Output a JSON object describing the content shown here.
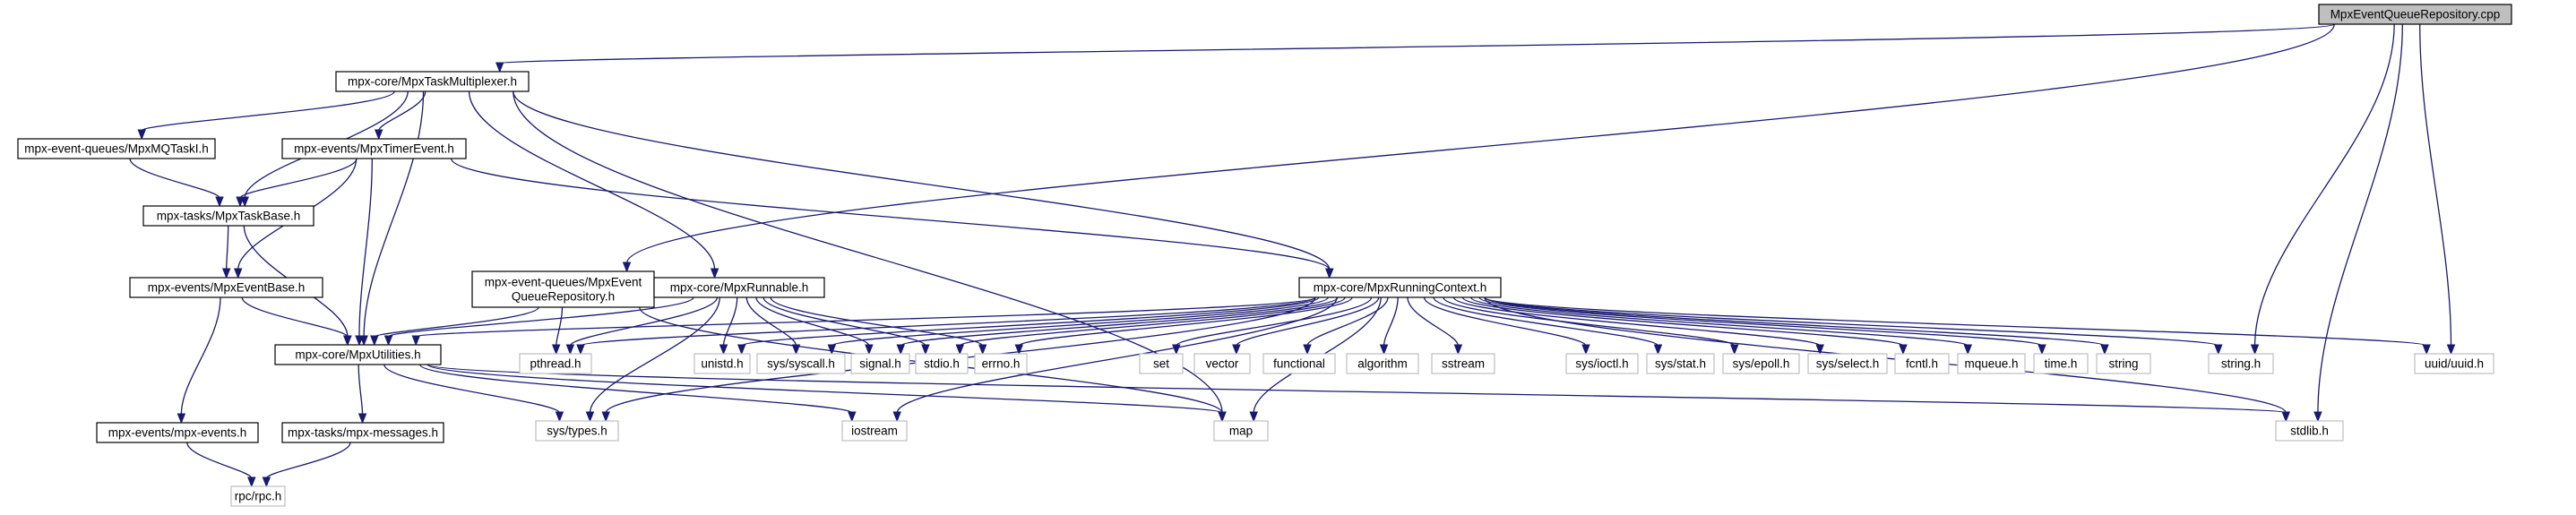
{
  "diagram": {
    "colors": {
      "edge": "#191970",
      "root_fill": "#bfbfbf",
      "root_stroke": "#000000",
      "local_fill": "#ffffff",
      "local_stroke": "#000000",
      "system_fill": "#ffffff",
      "system_stroke": "#bfbfbf",
      "system_text": "#000000"
    },
    "nodes": [
      {
        "id": "root",
        "kind": "root",
        "lines": [
          "MpxEventQueueRepository.cpp"
        ]
      },
      {
        "id": "taskmux",
        "kind": "local",
        "lines": [
          "mpx-core/MpxTaskMultiplexer.h"
        ]
      },
      {
        "id": "mqtaski",
        "kind": "local",
        "lines": [
          "mpx-event-queues/MpxMQTaskI.h"
        ]
      },
      {
        "id": "timerevent",
        "kind": "local",
        "lines": [
          "mpx-events/MpxTimerEvent.h"
        ]
      },
      {
        "id": "taskbase",
        "kind": "local",
        "lines": [
          "mpx-tasks/MpxTaskBase.h"
        ]
      },
      {
        "id": "eventbase",
        "kind": "local",
        "lines": [
          "mpx-events/MpxEventBase.h"
        ]
      },
      {
        "id": "queuerepo",
        "kind": "local",
        "lines": [
          "mpx-event-queues/MpxEvent",
          "QueueRepository.h"
        ]
      },
      {
        "id": "runnable",
        "kind": "local",
        "lines": [
          "mpx-core/MpxRunnable.h"
        ]
      },
      {
        "id": "runctx",
        "kind": "local",
        "lines": [
          "mpx-core/MpxRunningContext.h"
        ]
      },
      {
        "id": "utilities",
        "kind": "local",
        "lines": [
          "mpx-core/MpxUtilities.h"
        ]
      },
      {
        "id": "mpxevents",
        "kind": "local",
        "lines": [
          "mpx-events/mpx-events.h"
        ]
      },
      {
        "id": "mpxmessages",
        "kind": "local",
        "lines": [
          "mpx-tasks/mpx-messages.h"
        ]
      },
      {
        "id": "rpc",
        "kind": "system",
        "lines": [
          "rpc/rpc.h"
        ]
      },
      {
        "id": "pthread",
        "kind": "system",
        "lines": [
          "pthread.h"
        ]
      },
      {
        "id": "unistd",
        "kind": "system",
        "lines": [
          "unistd.h"
        ]
      },
      {
        "id": "syscall",
        "kind": "system",
        "lines": [
          "sys/syscall.h"
        ]
      },
      {
        "id": "signal",
        "kind": "system",
        "lines": [
          "signal.h"
        ]
      },
      {
        "id": "stdio",
        "kind": "system",
        "lines": [
          "stdio.h"
        ]
      },
      {
        "id": "errno",
        "kind": "system",
        "lines": [
          "errno.h"
        ]
      },
      {
        "id": "set",
        "kind": "system",
        "lines": [
          "set"
        ]
      },
      {
        "id": "vector",
        "kind": "system",
        "lines": [
          "vector"
        ]
      },
      {
        "id": "functional",
        "kind": "system",
        "lines": [
          "functional"
        ]
      },
      {
        "id": "algorithm",
        "kind": "system",
        "lines": [
          "algorithm"
        ]
      },
      {
        "id": "sstream",
        "kind": "system",
        "lines": [
          "sstream"
        ]
      },
      {
        "id": "ioctl",
        "kind": "system",
        "lines": [
          "sys/ioctl.h"
        ]
      },
      {
        "id": "stat",
        "kind": "system",
        "lines": [
          "sys/stat.h"
        ]
      },
      {
        "id": "epoll",
        "kind": "system",
        "lines": [
          "sys/epoll.h"
        ]
      },
      {
        "id": "select",
        "kind": "system",
        "lines": [
          "sys/select.h"
        ]
      },
      {
        "id": "fcntl",
        "kind": "system",
        "lines": [
          "fcntl.h"
        ]
      },
      {
        "id": "mqueue",
        "kind": "system",
        "lines": [
          "mqueue.h"
        ]
      },
      {
        "id": "time",
        "kind": "system",
        "lines": [
          "time.h"
        ]
      },
      {
        "id": "string",
        "kind": "system",
        "lines": [
          "string"
        ]
      },
      {
        "id": "stringh",
        "kind": "system",
        "lines": [
          "string.h"
        ]
      },
      {
        "id": "uuid",
        "kind": "system",
        "lines": [
          "uuid/uuid.h"
        ]
      },
      {
        "id": "systypes",
        "kind": "system",
        "lines": [
          "sys/types.h"
        ]
      },
      {
        "id": "iostream",
        "kind": "system",
        "lines": [
          "iostream"
        ]
      },
      {
        "id": "map",
        "kind": "system",
        "lines": [
          "map"
        ]
      },
      {
        "id": "stdlib",
        "kind": "system",
        "lines": [
          "stdlib.h"
        ]
      }
    ],
    "edges": [
      [
        "root",
        "taskmux"
      ],
      [
        "root",
        "queuerepo"
      ],
      [
        "root",
        "stringh"
      ],
      [
        "root",
        "uuid"
      ],
      [
        "root",
        "stdlib"
      ],
      [
        "taskmux",
        "mqtaski"
      ],
      [
        "taskmux",
        "timerevent"
      ],
      [
        "taskmux",
        "taskbase"
      ],
      [
        "taskmux",
        "runnable"
      ],
      [
        "taskmux",
        "runctx"
      ],
      [
        "taskmux",
        "utilities"
      ],
      [
        "taskmux",
        "map"
      ],
      [
        "mqtaski",
        "taskbase"
      ],
      [
        "timerevent",
        "taskbase"
      ],
      [
        "timerevent",
        "eventbase"
      ],
      [
        "timerevent",
        "utilities"
      ],
      [
        "timerevent",
        "runctx"
      ],
      [
        "taskbase",
        "eventbase"
      ],
      [
        "taskbase",
        "utilities"
      ],
      [
        "eventbase",
        "utilities"
      ],
      [
        "eventbase",
        "mpxevents"
      ],
      [
        "queuerepo",
        "utilities"
      ],
      [
        "queuerepo",
        "pthread"
      ],
      [
        "queuerepo",
        "map"
      ],
      [
        "runnable",
        "utilities"
      ],
      [
        "runnable",
        "pthread"
      ],
      [
        "runnable",
        "unistd"
      ],
      [
        "runnable",
        "syscall"
      ],
      [
        "runnable",
        "signal"
      ],
      [
        "runnable",
        "stdio"
      ],
      [
        "runnable",
        "errno"
      ],
      [
        "runnable",
        "systypes"
      ],
      [
        "runctx",
        "utilities"
      ],
      [
        "runctx",
        "pthread"
      ],
      [
        "runctx",
        "unistd"
      ],
      [
        "runctx",
        "syscall"
      ],
      [
        "runctx",
        "signal"
      ],
      [
        "runctx",
        "stdio"
      ],
      [
        "runctx",
        "errno"
      ],
      [
        "runctx",
        "set"
      ],
      [
        "runctx",
        "vector"
      ],
      [
        "runctx",
        "functional"
      ],
      [
        "runctx",
        "algorithm"
      ],
      [
        "runctx",
        "sstream"
      ],
      [
        "runctx",
        "ioctl"
      ],
      [
        "runctx",
        "stat"
      ],
      [
        "runctx",
        "epoll"
      ],
      [
        "runctx",
        "select"
      ],
      [
        "runctx",
        "fcntl"
      ],
      [
        "runctx",
        "mqueue"
      ],
      [
        "runctx",
        "time"
      ],
      [
        "runctx",
        "string"
      ],
      [
        "runctx",
        "stringh"
      ],
      [
        "runctx",
        "uuid"
      ],
      [
        "runctx",
        "systypes"
      ],
      [
        "runctx",
        "iostream"
      ],
      [
        "runctx",
        "map"
      ],
      [
        "runctx",
        "stdlib"
      ],
      [
        "utilities",
        "mpxmessages"
      ],
      [
        "utilities",
        "systypes"
      ],
      [
        "utilities",
        "iostream"
      ],
      [
        "utilities",
        "map"
      ],
      [
        "utilities",
        "stdlib"
      ],
      [
        "mpxevents",
        "rpc"
      ],
      [
        "mpxmessages",
        "rpc"
      ]
    ]
  }
}
